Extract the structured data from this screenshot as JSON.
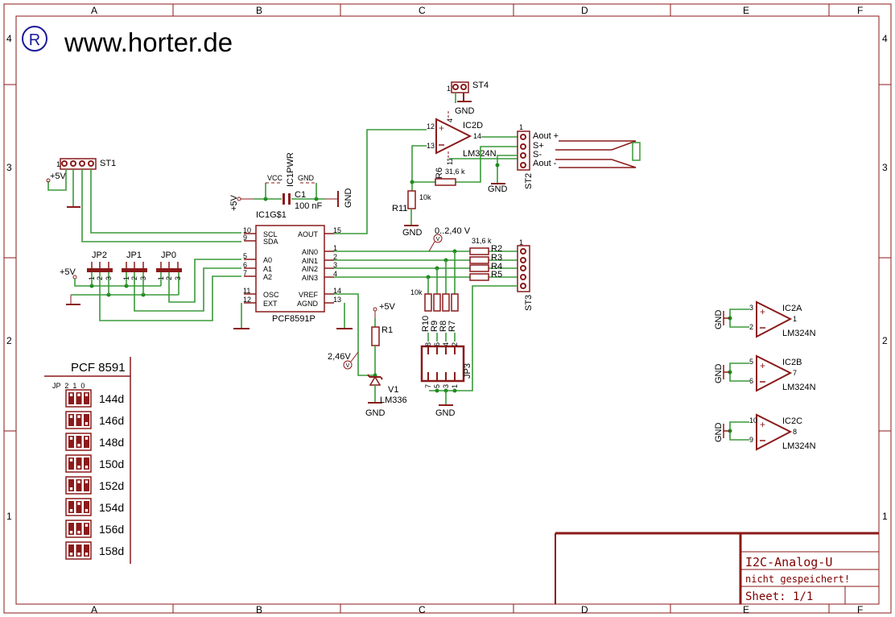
{
  "frame": {
    "columns": [
      "A",
      "B",
      "C",
      "D",
      "E",
      "F"
    ],
    "rows": [
      "4",
      "3",
      "2",
      "1"
    ]
  },
  "logo": {
    "symbol": "R",
    "url_text": "www.horter.de"
  },
  "st1": {
    "name": "ST1",
    "pin1": "1",
    "supply": "+5V"
  },
  "power": {
    "supply": "+5V",
    "cap_name": "C1",
    "cap_value": "100 nF",
    "gnd": "GND",
    "pwr_name": "IC1PWR",
    "vcc_pin": "VCC",
    "gnd_pin": "GND",
    "gate_name": "IC1G$1"
  },
  "pcf": {
    "name": "PCF8591P",
    "left_pins": [
      {
        "num": "10",
        "label": "SCL"
      },
      {
        "num": "9",
        "label": "SDA"
      },
      {
        "num": "5",
        "label": "A0"
      },
      {
        "num": "6",
        "label": "A1"
      },
      {
        "num": "7",
        "label": "A2"
      },
      {
        "num": "11",
        "label": "OSC"
      },
      {
        "num": "12",
        "label": "EXT"
      }
    ],
    "right_pins": [
      {
        "num": "15",
        "label": "AOUT"
      },
      {
        "num": "1",
        "label": "AIN0"
      },
      {
        "num": "2",
        "label": "AIN1"
      },
      {
        "num": "3",
        "label": "AIN2"
      },
      {
        "num": "4",
        "label": "AIN3"
      },
      {
        "num": "14",
        "label": "VREF"
      },
      {
        "num": "13",
        "label": "AGND"
      }
    ]
  },
  "jumpers": {
    "names": [
      "JP2",
      "JP1",
      "JP0"
    ],
    "pins": [
      "1",
      "2",
      "3"
    ],
    "supply": "+5V"
  },
  "ic2d": {
    "name": "IC2D",
    "part": "LM324N",
    "pins": {
      "plus": "12",
      "minus": "13",
      "out": "14",
      "vcc": "4",
      "gnd": "11"
    }
  },
  "st4": {
    "name": "ST4",
    "pin1": "1",
    "gnd": "GND"
  },
  "st2": {
    "name": "ST2",
    "pin1": "1",
    "labels": [
      "Aout +",
      "S+",
      "S-",
      "Aout -"
    ],
    "gnd": "GND"
  },
  "r6": {
    "name": "R6",
    "value": "31,6 k"
  },
  "r11": {
    "name": "R11",
    "value": "10k",
    "gnd": "GND"
  },
  "inputs": {
    "range_label": "0..2,40 V",
    "probe": "V",
    "series_value": "31,6 k",
    "series": [
      "R2",
      "R3",
      "R4",
      "R5"
    ],
    "pulldown_value": "10k",
    "pulldowns": [
      "R10",
      "R9",
      "R8",
      "R7"
    ]
  },
  "st3": {
    "name": "ST3",
    "pin1": "1"
  },
  "jp3": {
    "name": "JP3",
    "top_pins": [
      "8",
      "6",
      "4",
      "2"
    ],
    "bottom_pins": [
      "7",
      "5",
      "3",
      "1"
    ],
    "gnd": "GND"
  },
  "vref": {
    "r_name": "R1",
    "supply": "+5V",
    "voltage": "2,46V",
    "probe": "V",
    "diode_name": "V1",
    "diode_part": "LM336",
    "gnd": "GND"
  },
  "opamps": [
    {
      "name": "IC2A",
      "part": "LM324N",
      "plus": "3",
      "minus": "2",
      "out": "1",
      "gnd": "GND"
    },
    {
      "name": "IC2B",
      "part": "LM324N",
      "plus": "5",
      "minus": "6",
      "out": "7",
      "gnd": "GND"
    },
    {
      "name": "IC2C",
      "part": "LM324N",
      "plus": "10",
      "minus": "9",
      "out": "8",
      "gnd": "GND"
    }
  ],
  "address_table": {
    "title": "PCF 8591",
    "header": "JP  2  1  0",
    "rows": [
      {
        "address": "144d",
        "jp": [
          0,
          0,
          0
        ]
      },
      {
        "address": "146d",
        "jp": [
          0,
          0,
          1
        ]
      },
      {
        "address": "148d",
        "jp": [
          0,
          1,
          0
        ]
      },
      {
        "address": "150d",
        "jp": [
          0,
          1,
          1
        ]
      },
      {
        "address": "152d",
        "jp": [
          1,
          0,
          0
        ]
      },
      {
        "address": "154d",
        "jp": [
          1,
          0,
          1
        ]
      },
      {
        "address": "156d",
        "jp": [
          1,
          1,
          0
        ]
      },
      {
        "address": "158d",
        "jp": [
          1,
          1,
          1
        ]
      }
    ]
  },
  "title_block": {
    "title": "I2C-Analog-U",
    "status": "nicht gespeichert!",
    "sheet": "Sheet: 1/1"
  },
  "colors": {
    "frame": "#8b1a1a",
    "wire": "#3a9a3a",
    "junction": "#1f8a1f"
  }
}
